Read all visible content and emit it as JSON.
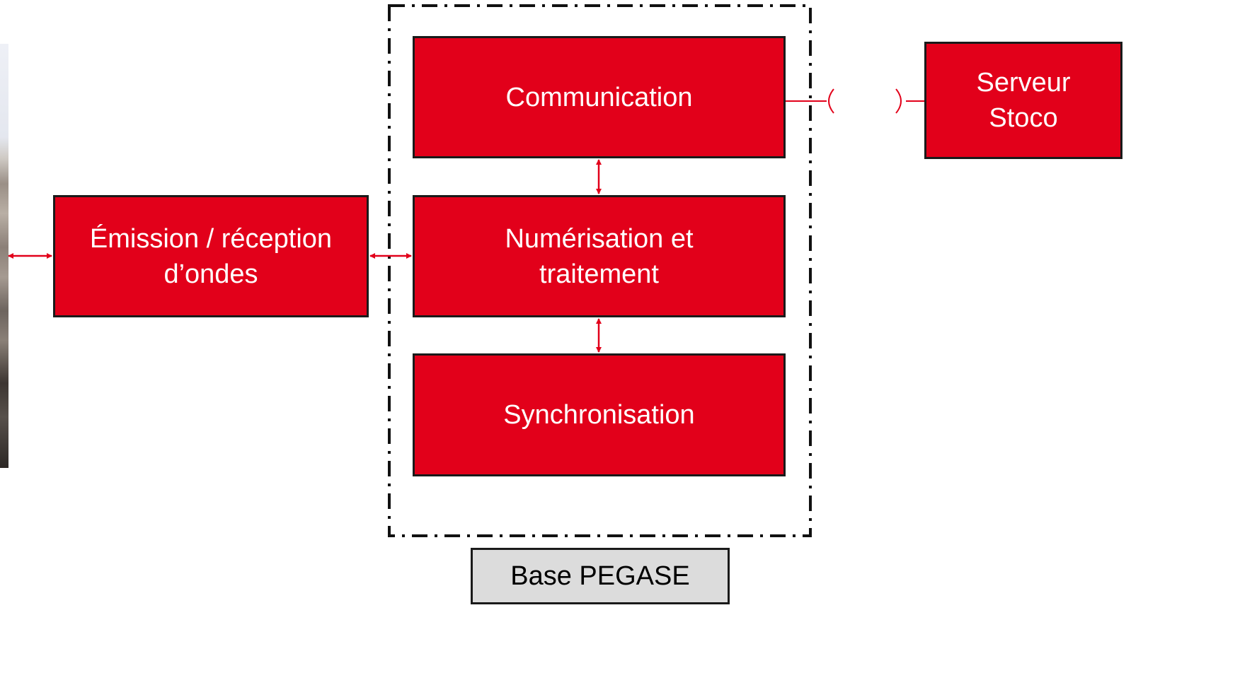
{
  "diagram": {
    "blocks": {
      "emission": [
        "Émission / réception",
        "d’ondes"
      ],
      "communication": [
        "Communication"
      ],
      "numerisation": [
        "Numérisation et",
        "traitement"
      ],
      "synchronisation": [
        "Synchronisation"
      ],
      "serveur": [
        "Serveur",
        "Stoco"
      ]
    },
    "group_label": "Base PEGASE",
    "colors": {
      "block_fill": "#e2001a",
      "block_border": "#1a1a1a",
      "arrow": "#e2001a",
      "group_border": "#111111",
      "label_fill": "#dcdcdc"
    }
  }
}
